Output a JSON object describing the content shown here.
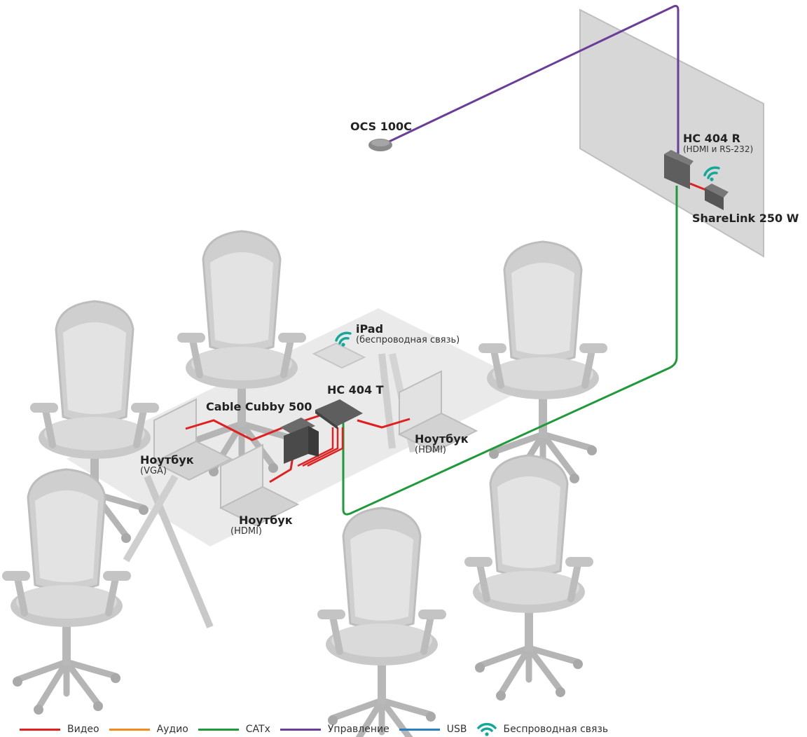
{
  "labels": {
    "ocs": {
      "name": "OCS 100C"
    },
    "hc404r": {
      "name": "HC 404 R",
      "sub": "(HDMI и RS-232)"
    },
    "sharelink": {
      "name": "ShareLink 250 W"
    },
    "ipad": {
      "name": "iPad",
      "sub": "(беспроводная связь)"
    },
    "hc404t": {
      "name": "HC 404 T"
    },
    "cubby": {
      "name": "Cable Cubby 500"
    },
    "laptop_vga": {
      "name": "Ноутбук",
      "sub": "(VGA)"
    },
    "laptop_hdmi_left": {
      "name": "Ноутбук",
      "sub": "(HDMI)"
    },
    "laptop_hdmi_right": {
      "name": "Ноутбук",
      "sub": "(HDMI)"
    }
  },
  "legend": [
    {
      "label": "Видео",
      "color": "#e02020"
    },
    {
      "label": "Аудио",
      "color": "#f28a1e"
    },
    {
      "label": "CATx",
      "color": "#1e9a3a"
    },
    {
      "label": "Управление",
      "color": "#6a3d9a"
    },
    {
      "label": "USB",
      "color": "#2b7fc0"
    }
  ],
  "legend_wireless": {
    "label": "Беспроводная связь",
    "color": "#14a89b",
    "icon": "wifi-icon"
  }
}
